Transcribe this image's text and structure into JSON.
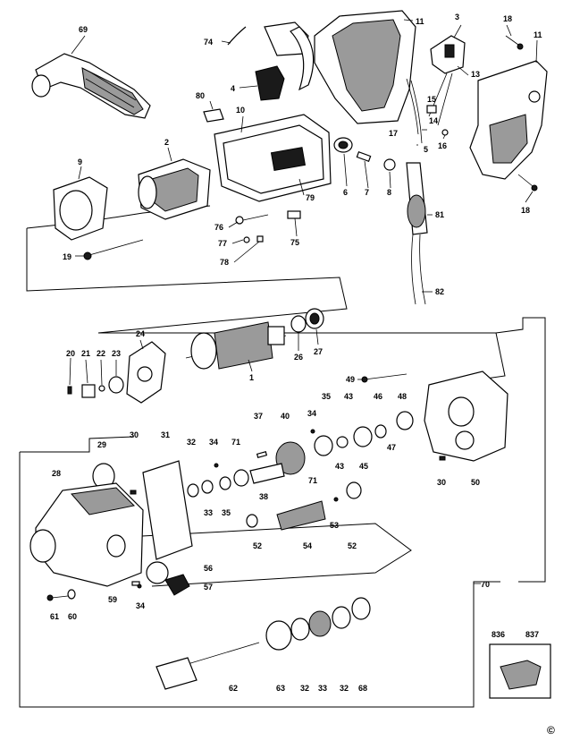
{
  "diagram": {
    "copyright_symbol": "©",
    "labels": [
      {
        "id": "69",
        "text": "69"
      },
      {
        "id": "74",
        "text": "74"
      },
      {
        "id": "4",
        "text": "4"
      },
      {
        "id": "80",
        "text": "80"
      },
      {
        "id": "10",
        "text": "10"
      },
      {
        "id": "11a",
        "text": "11"
      },
      {
        "id": "3",
        "text": "3"
      },
      {
        "id": "13",
        "text": "13"
      },
      {
        "id": "18a",
        "text": "18"
      },
      {
        "id": "11b",
        "text": "11"
      },
      {
        "id": "15",
        "text": "15"
      },
      {
        "id": "14",
        "text": "14"
      },
      {
        "id": "17",
        "text": "17"
      },
      {
        "id": "16",
        "text": "16"
      },
      {
        "id": "5",
        "text": "5"
      },
      {
        "id": "2",
        "text": "2"
      },
      {
        "id": "9",
        "text": "9"
      },
      {
        "id": "79",
        "text": "79"
      },
      {
        "id": "6",
        "text": "6"
      },
      {
        "id": "7",
        "text": "7"
      },
      {
        "id": "8",
        "text": "8"
      },
      {
        "id": "18b",
        "text": "18"
      },
      {
        "id": "81",
        "text": "81"
      },
      {
        "id": "76",
        "text": "76"
      },
      {
        "id": "77",
        "text": "77"
      },
      {
        "id": "75",
        "text": "75"
      },
      {
        "id": "78",
        "text": "78"
      },
      {
        "id": "19",
        "text": "19"
      },
      {
        "id": "82",
        "text": "82"
      },
      {
        "id": "24",
        "text": "24"
      },
      {
        "id": "20",
        "text": "20"
      },
      {
        "id": "21",
        "text": "21"
      },
      {
        "id": "22",
        "text": "22"
      },
      {
        "id": "23",
        "text": "23"
      },
      {
        "id": "1",
        "text": "1"
      },
      {
        "id": "26",
        "text": "26"
      },
      {
        "id": "27",
        "text": "27"
      },
      {
        "id": "49",
        "text": "49"
      },
      {
        "id": "37",
        "text": "37"
      },
      {
        "id": "40",
        "text": "40"
      },
      {
        "id": "34a",
        "text": "34"
      },
      {
        "id": "35a",
        "text": "35"
      },
      {
        "id": "43a",
        "text": "43"
      },
      {
        "id": "46",
        "text": "46"
      },
      {
        "id": "48",
        "text": "48"
      },
      {
        "id": "29",
        "text": "29"
      },
      {
        "id": "30a",
        "text": "30"
      },
      {
        "id": "31",
        "text": "31"
      },
      {
        "id": "32a",
        "text": "32"
      },
      {
        "id": "34b",
        "text": "34"
      },
      {
        "id": "71a",
        "text": "71"
      },
      {
        "id": "43b",
        "text": "43"
      },
      {
        "id": "47",
        "text": "47"
      },
      {
        "id": "45",
        "text": "45"
      },
      {
        "id": "28",
        "text": "28"
      },
      {
        "id": "38",
        "text": "38"
      },
      {
        "id": "71b",
        "text": "71"
      },
      {
        "id": "33a",
        "text": "33"
      },
      {
        "id": "35b",
        "text": "35"
      },
      {
        "id": "30b",
        "text": "30"
      },
      {
        "id": "50",
        "text": "50"
      },
      {
        "id": "53",
        "text": "53"
      },
      {
        "id": "52a",
        "text": "52"
      },
      {
        "id": "54",
        "text": "54"
      },
      {
        "id": "52b",
        "text": "52"
      },
      {
        "id": "56",
        "text": "56"
      },
      {
        "id": "57",
        "text": "57"
      },
      {
        "id": "59",
        "text": "59"
      },
      {
        "id": "34c",
        "text": "34"
      },
      {
        "id": "61",
        "text": "61"
      },
      {
        "id": "60",
        "text": "60"
      },
      {
        "id": "70",
        "text": "70"
      },
      {
        "id": "836",
        "text": "836"
      },
      {
        "id": "837",
        "text": "837"
      },
      {
        "id": "62",
        "text": "62"
      },
      {
        "id": "63",
        "text": "63"
      },
      {
        "id": "32b",
        "text": "32"
      },
      {
        "id": "33b",
        "text": "33"
      },
      {
        "id": "32c",
        "text": "32"
      },
      {
        "id": "68",
        "text": "68"
      }
    ]
  }
}
